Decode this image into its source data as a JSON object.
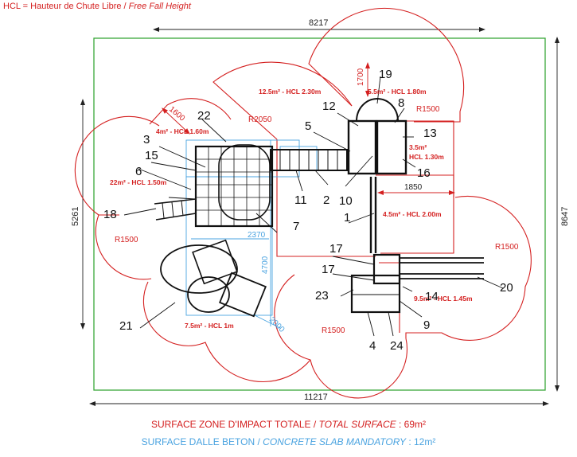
{
  "legend": {
    "fr": "HCL = Hauteur de Chute Libre / ",
    "en": "Free Fall Height"
  },
  "dimensions": {
    "top": "8217",
    "bottom": "11217",
    "left": "5261",
    "right": "8647"
  },
  "footer": {
    "total_fr": "SURFACE ZONE D'IMPACT TOTALE / ",
    "total_en": "TOTAL SURFACE",
    "total_val": " : 69m²",
    "slab_fr": "SURFACE DALLE BETON / ",
    "slab_en": "CONCRETE SLAB MANDATORY",
    "slab_val": " : 12m²"
  },
  "zones": {
    "z1": "12.5m² - HCL 2.30m",
    "z2": "4m² - HCL 1.60m",
    "z3": "22m² - HCL 1.50m",
    "z4": "5.5m² - HCL 1.80m",
    "z5_a": "3.5m²",
    "z5_b": "HCL 1.30m",
    "z6": "4.5m² - HCL 2.00m",
    "z7": "9.5m² - HCL 1.45m",
    "z8": "7.5m² - HCL 1m"
  },
  "radii": {
    "r2050": "R2050",
    "r1500_tr": "R1500",
    "r1500_left": "R1500",
    "r1500_right": "R1500",
    "r1500_bottom": "R1500"
  },
  "red_dims": {
    "d1600": "1600",
    "d1700": "1700",
    "d1850": "1850"
  },
  "blue_dims": {
    "b2370": "2370",
    "b4700": "4700",
    "b2000": "2000"
  },
  "labels": {
    "n1": "1",
    "n2": "2",
    "n3": "3",
    "n4": "4",
    "n5": "5",
    "n6": "6",
    "n7": "7",
    "n8": "8",
    "n9": "9",
    "n10": "10",
    "n11": "11",
    "n12": "12",
    "n13": "13",
    "n14": "14",
    "n15": "15",
    "n16": "16",
    "n17a": "17",
    "n17b": "17",
    "n18": "18",
    "n19": "19",
    "n20": "20",
    "n21": "21",
    "n22": "22",
    "n23": "23",
    "n24": "24"
  }
}
